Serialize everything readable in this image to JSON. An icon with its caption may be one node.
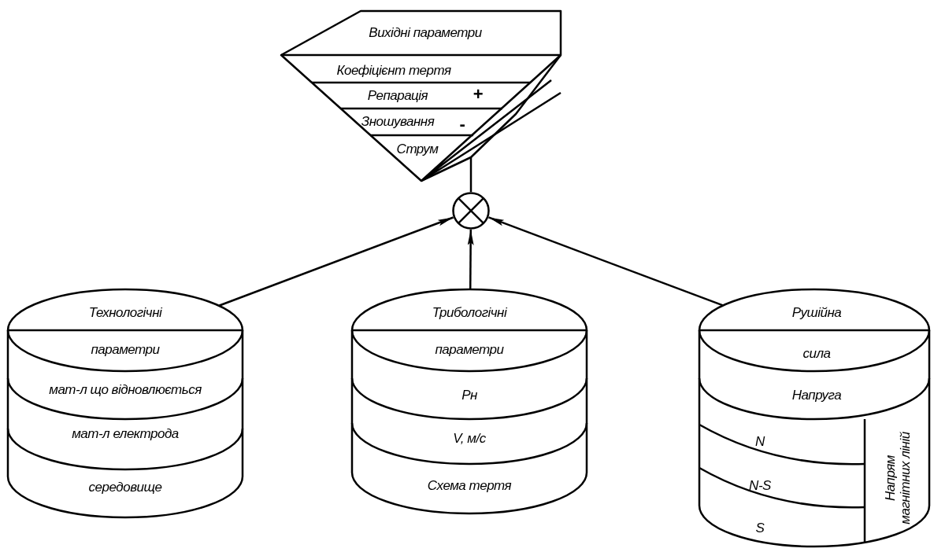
{
  "diagram": {
    "nodes": [
      {
        "text": [
          "Вихідні параметри",
          "Коефіцієнт тертя",
          "Репарація",
          "+",
          "Зношування",
          "-",
          "Струм"
        ]
      },
      {
        "text": [],
        "shape": "circle"
      },
      {
        "text": [
          "Технологічні",
          "параметри",
          "мат-л що відновлюється",
          "мат-л електрода",
          "середовище"
        ]
      },
      {
        "text": [
          "Трибологічні",
          "параметри",
          "Рн",
          "V, м/с",
          "Схема тертя"
        ]
      },
      {
        "text": [
          "Рушійна",
          "сила",
          "Напруга",
          "N",
          "N-S",
          "S",
          "Напрям магнітних ліній"
        ]
      }
    ],
    "edges": [
      {
        "from": 1,
        "to": 0,
        "arrow": "none"
      },
      {
        "from": 2,
        "to": 1,
        "arrow": "to"
      },
      {
        "from": 3,
        "to": 1,
        "arrow": "to"
      },
      {
        "from": 4,
        "to": 1,
        "arrow": "to"
      }
    ]
  }
}
